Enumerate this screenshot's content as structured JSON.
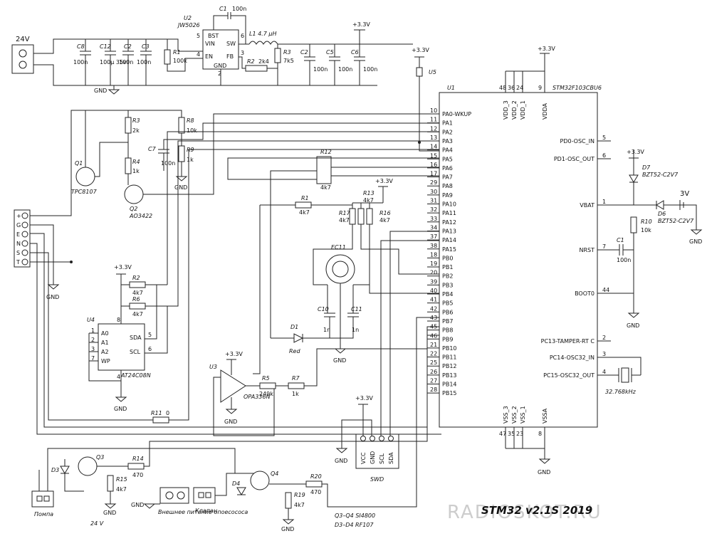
{
  "title": "STM32 v2.1S 2019",
  "watermark": "RADIOSKOT.RU",
  "power": {
    "input": "24V",
    "regulator_ref": "U2",
    "regulator_part": "JW5026",
    "reg_pins": [
      "BST",
      "VIN",
      "EN",
      "GND",
      "SW",
      "FB"
    ],
    "reg_pin_nums": [
      "5",
      "4",
      "2",
      "6",
      "3"
    ],
    "inductor": "L1 4.7 µH",
    "supply": "+3.3V",
    "gnd": "GND"
  },
  "caps_left": [
    {
      "ref": "C8",
      "val": "100n"
    },
    {
      "ref": "C12",
      "val": "100µ 35v"
    },
    {
      "ref": "C2",
      "val": "100n"
    },
    {
      "ref": "C3",
      "val": "100n"
    }
  ],
  "caps_right": [
    {
      "ref": "C2",
      "val": "100n"
    },
    {
      "ref": "C5",
      "val": "100n"
    },
    {
      "ref": "C6",
      "val": "100n"
    }
  ],
  "resistors_power": [
    {
      "ref": "R1",
      "val": "100k"
    },
    {
      "ref": "R2",
      "val": "2k4"
    },
    {
      "ref": "R3",
      "val": "7k5"
    },
    {
      "ref": "C1",
      "val": "100n"
    }
  ],
  "mcu": {
    "ref": "U1",
    "part": "STM32F103CBU6",
    "left_pins": [
      {
        "num": "10",
        "name": "PA0-WKUP"
      },
      {
        "num": "11",
        "name": "PA1"
      },
      {
        "num": "12",
        "name": "PA2"
      },
      {
        "num": "13",
        "name": "PA3"
      },
      {
        "num": "14",
        "name": "PA4"
      },
      {
        "num": "15",
        "name": "PA5"
      },
      {
        "num": "16",
        "name": "PA6"
      },
      {
        "num": "17",
        "name": "PA7"
      },
      {
        "num": "29",
        "name": "PA8"
      },
      {
        "num": "30",
        "name": "PA9"
      },
      {
        "num": "31",
        "name": "PA10"
      },
      {
        "num": "32",
        "name": "PA11"
      },
      {
        "num": "33",
        "name": "PA12"
      },
      {
        "num": "34",
        "name": "PA13"
      },
      {
        "num": "37",
        "name": "PA14"
      },
      {
        "num": "38",
        "name": "PA15"
      },
      {
        "num": "18",
        "name": "PB0"
      },
      {
        "num": "19",
        "name": "PB1"
      },
      {
        "num": "20",
        "name": "PB2"
      },
      {
        "num": "39",
        "name": "PB3"
      },
      {
        "num": "40",
        "name": "PB4"
      },
      {
        "num": "41",
        "name": "PB5"
      },
      {
        "num": "42",
        "name": "PB6"
      },
      {
        "num": "43",
        "name": "PB7"
      },
      {
        "num": "45",
        "name": "PB8"
      },
      {
        "num": "46",
        "name": "PB9"
      },
      {
        "num": "21",
        "name": "PB10"
      },
      {
        "num": "22",
        "name": "PB11"
      },
      {
        "num": "25",
        "name": "PB12"
      },
      {
        "num": "26",
        "name": "PB13"
      },
      {
        "num": "27",
        "name": "PB14"
      },
      {
        "num": "28",
        "name": "PB15"
      }
    ],
    "top_pins": [
      {
        "num": "48",
        "name": "VDD_3"
      },
      {
        "num": "36",
        "name": "VDD_2"
      },
      {
        "num": "24",
        "name": "VDD_1"
      },
      {
        "num": "9",
        "name": "VDDA"
      }
    ],
    "bottom_pins": [
      {
        "num": "47",
        "name": "VSS_3"
      },
      {
        "num": "35",
        "name": "VSS_2"
      },
      {
        "num": "23",
        "name": "VSS_1"
      },
      {
        "num": "8",
        "name": "VSSA"
      }
    ],
    "right_pins": [
      {
        "num": "5",
        "name": "PD0-OSC_IN"
      },
      {
        "num": "6",
        "name": "PD1-OSC_OUT"
      },
      {
        "num": "1",
        "name": "VBAT"
      },
      {
        "num": "7",
        "name": "NRST"
      },
      {
        "num": "44",
        "name": "BOOT0"
      },
      {
        "num": "2",
        "name": "PC13-TAMPER-RT C"
      },
      {
        "num": "3",
        "name": "PC14-OSC32_IN"
      },
      {
        "num": "4",
        "name": "PC15-OSC32_OUT"
      }
    ]
  },
  "right_side": {
    "d7": "D7",
    "d7_part": "BZT52-C2V7",
    "d6": "D6",
    "d6_part": "BZT52-C2V7",
    "battery": "3V",
    "r10": "R10",
    "r10_val": "10k",
    "c1": "C1",
    "c1_val": "100n",
    "crystal": "32.768kHz",
    "u5": "U5"
  },
  "input_stage": {
    "connector_pins": [
      "+",
      "G",
      "E",
      "N",
      "S",
      "T"
    ],
    "q1": "Q1",
    "q1_part": "TPC8107",
    "q2": "Q2",
    "q2_part": "AO3422",
    "r3": "R3",
    "r3_val": "2k",
    "r4": "R4",
    "r4_val": "1k",
    "r8": "R8",
    "r8_val": "10k",
    "r9": "R9",
    "r9_val": "1k",
    "c7": "C7",
    "c7_val": "100n"
  },
  "eeprom": {
    "ref": "U4",
    "part": "AT24C08N",
    "pins_left": [
      {
        "num": "1",
        "name": "A0"
      },
      {
        "num": "2",
        "name": "A1"
      },
      {
        "num": "3",
        "name": "A2"
      },
      {
        "num": "7",
        "name": "WP"
      }
    ],
    "pins_right": [
      {
        "num": "5",
        "name": "SDA"
      },
      {
        "num": "6",
        "name": "SCL"
      }
    ],
    "vcc_pin": "8",
    "gnd_pin": "4",
    "r2": "R2",
    "r2_val": "4k7",
    "r6": "R6",
    "r6_val": "4k7",
    "r11": "R11",
    "r11_val": "0"
  },
  "sensor": {
    "r12": "R12",
    "r12_val": "4k7",
    "r1": "R1",
    "r1_val": "4k7",
    "r13": "R13",
    "r13_val": "4k7",
    "r17": "R17",
    "r17_val": "4k7",
    "r16": "R16",
    "r16_val": "4k7",
    "ec11": "EC11",
    "c10": "C10",
    "c10_val": "1n",
    "c11": "C11",
    "c11_val": "1n",
    "d1": "D1",
    "d1_val": "Red"
  },
  "opamp": {
    "ref": "U3",
    "part": "OPA336N",
    "r5": "R5",
    "r5_val": "249k",
    "r7": "R7",
    "r7_val": "1k"
  },
  "swd": {
    "label": "SWD",
    "pins": [
      "VCC",
      "GND",
      "SCL",
      "SDA"
    ]
  },
  "outputs": {
    "q3": "Q3",
    "d3": "D3",
    "r14": "R14",
    "r14_val": "470",
    "r15": "R15",
    "r15_val": "4k7",
    "pump": "Помпа",
    "v24": "24 V",
    "ext_label": "Внешнее питание опоесососа",
    "valve": "Клапан",
    "q4": "Q4",
    "d4": "D4",
    "r19": "R19",
    "r19_val": "4k7",
    "r20": "R20",
    "r20_val": "470",
    "parts_note1": "Q3–Q4  SI4800",
    "parts_note2": "D3–D4  RF107"
  }
}
